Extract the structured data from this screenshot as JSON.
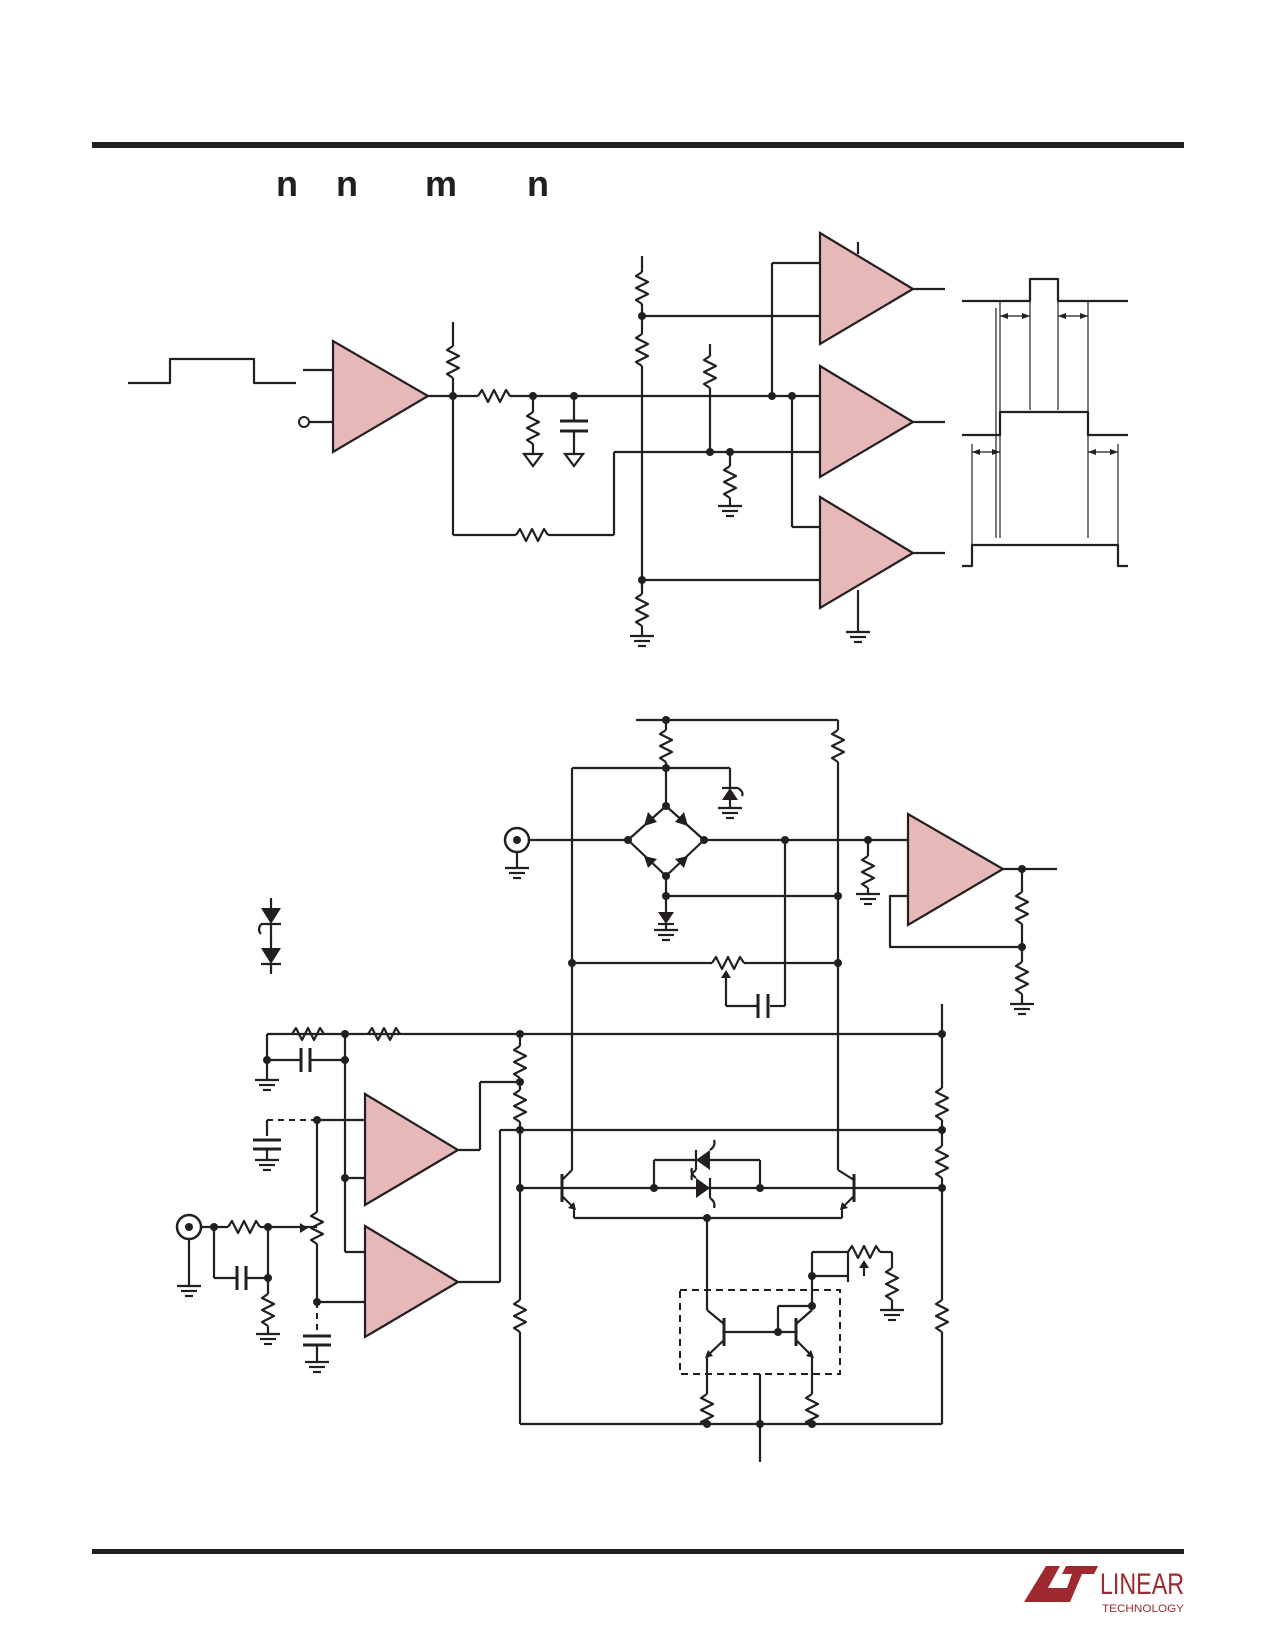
{
  "header": {
    "glyph_row": [
      "n",
      "n",
      "m",
      "n"
    ]
  },
  "logo": {
    "word1": "LINEAR",
    "word2": "TECHNOLOGY",
    "color": "#9c2a2e"
  },
  "colors": {
    "amplifier_fill": "#e6b8b7",
    "ink": "#231f20"
  }
}
